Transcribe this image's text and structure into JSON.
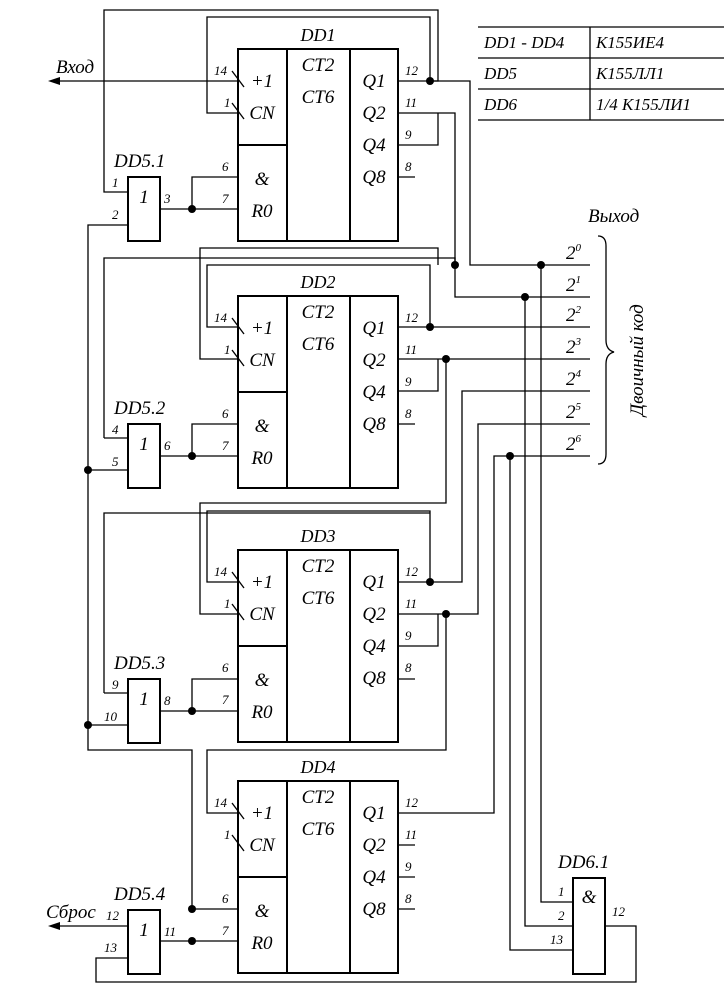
{
  "table": {
    "rows": [
      {
        "left": "DD1 - DD4",
        "right": "К155ИЕ4"
      },
      {
        "left": "DD5",
        "right": "К155ЛЛ1"
      },
      {
        "left": "DD6",
        "right": "1/4 К155ЛИ1"
      }
    ]
  },
  "labels": {
    "input": "Вход",
    "output": "Выход",
    "binary_code": "Двоичный код",
    "reset": "Сброс"
  },
  "counter_chip": {
    "plus1": "+1",
    "cn": "CN",
    "and": "&",
    "r0": "R0",
    "ct2": "CT2",
    "ct6": "CT6",
    "q1": "Q1",
    "q2": "Q2",
    "q4": "Q4",
    "q8": "Q8",
    "pin14": "14",
    "pin1": "1",
    "pin6": "6",
    "pin7": "7",
    "pin12": "12",
    "pin11": "11",
    "pin9": "9",
    "pin8": "8"
  },
  "counters": [
    {
      "name": "DD1"
    },
    {
      "name": "DD2"
    },
    {
      "name": "DD3"
    },
    {
      "name": "DD4"
    }
  ],
  "or_gates": [
    {
      "name": "DD5.1",
      "symbol": "1",
      "in_a": "1",
      "in_b": "2",
      "out": "3"
    },
    {
      "name": "DD5.2",
      "symbol": "1",
      "in_a": "4",
      "in_b": "5",
      "out": "6"
    },
    {
      "name": "DD5.3",
      "symbol": "1",
      "in_a": "9",
      "in_b": "10",
      "out": "8"
    },
    {
      "name": "DD5.4",
      "symbol": "1",
      "in_a": "12",
      "in_b": "13",
      "out": "11"
    }
  ],
  "and_gate": {
    "name": "DD6.1",
    "symbol": "&",
    "in1": "1",
    "in2": "2",
    "in3": "13",
    "out": "12"
  },
  "outputs": {
    "bits": [
      {
        "base": "2",
        "exp": "0"
      },
      {
        "base": "2",
        "exp": "1"
      },
      {
        "base": "2",
        "exp": "2"
      },
      {
        "base": "2",
        "exp": "3"
      },
      {
        "base": "2",
        "exp": "4"
      },
      {
        "base": "2",
        "exp": "5"
      },
      {
        "base": "2",
        "exp": "6"
      }
    ]
  }
}
